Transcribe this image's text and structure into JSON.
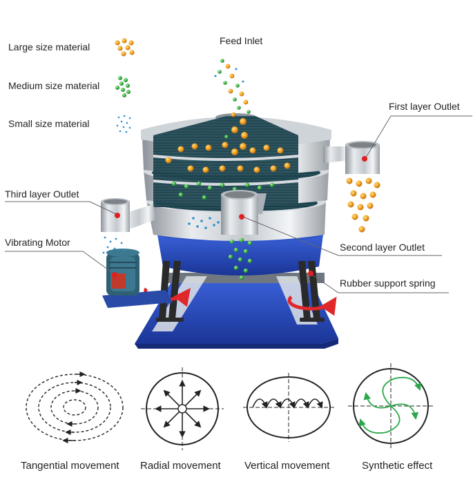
{
  "legend": [
    {
      "label": "Large size material",
      "color": "#f0a020"
    },
    {
      "label": "Medium size material",
      "color": "#3bb54a"
    },
    {
      "label": "Small size material",
      "color": "#2a8fd0"
    }
  ],
  "callouts": {
    "feed_inlet": "Feed Inlet",
    "first_layer_outlet": "First layer Outlet",
    "second_layer_outlet": "Second layer Outlet",
    "third_layer_outlet": "Third layer Outlet",
    "vibrating_motor": "Vibrating Motor",
    "rubber_support_spring": "Rubber support spring"
  },
  "movements": [
    {
      "label": "Tangential movement",
      "icon": "tangential-spiral-icon"
    },
    {
      "label": "Radial movement",
      "icon": "radial-arrows-icon"
    },
    {
      "label": "Vertical movement",
      "icon": "vertical-hops-icon"
    },
    {
      "label": "Synthetic effect",
      "icon": "synthetic-swirl-icon"
    }
  ],
  "colors": {
    "machine_steel": "#c9ced4",
    "base_blue": "#2448b8",
    "motor_teal": "#2e5f73",
    "arrow_red": "#e0282a",
    "mesh_dark": "#163a44",
    "callout_dot": "#e02020",
    "diagram_green": "#2aa84a"
  }
}
